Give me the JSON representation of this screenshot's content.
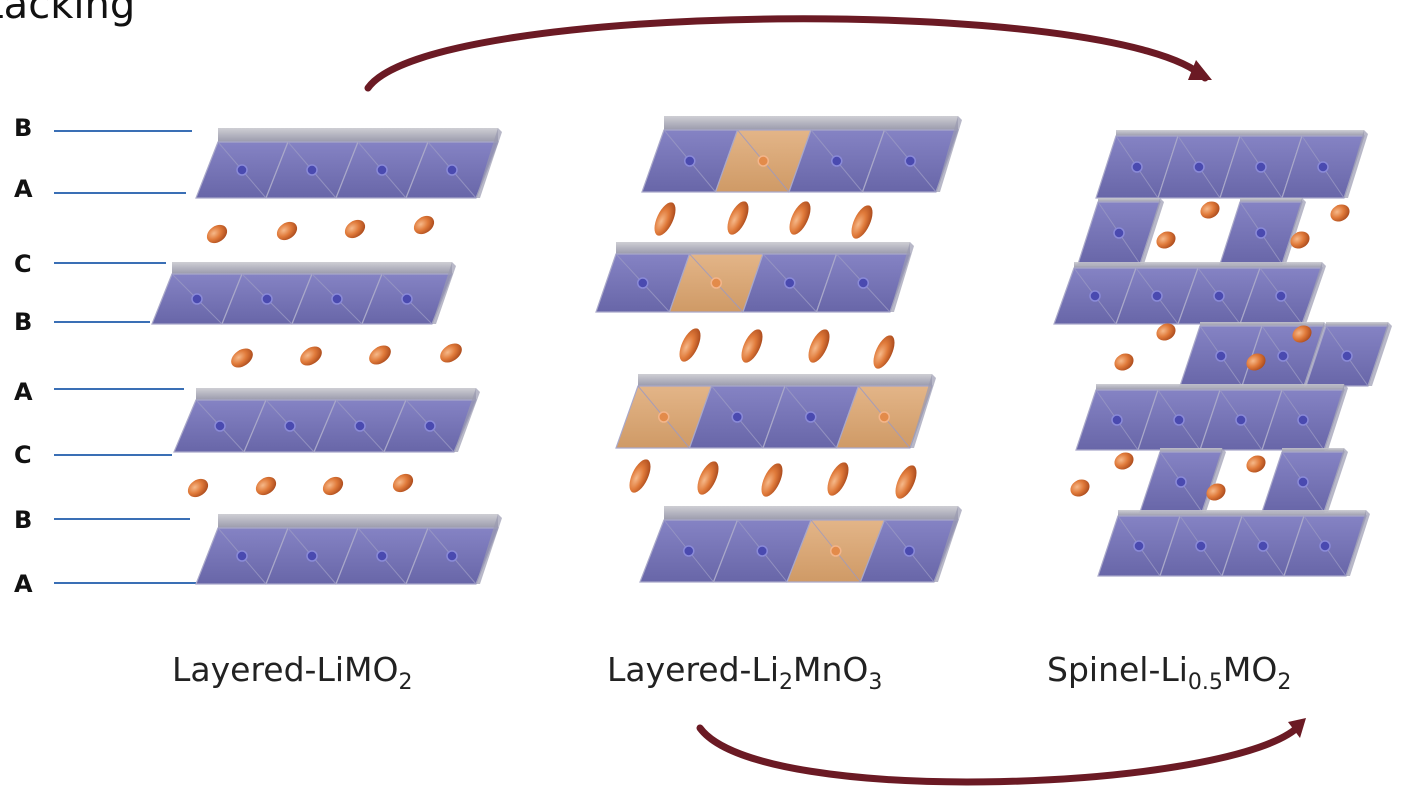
{
  "title": "tacking",
  "stacking_labels": [
    "B",
    "A",
    "C",
    "B",
    "A",
    "C",
    "B",
    "A"
  ],
  "captions": {
    "layered_limo2": {
      "prefix": "Layered-LiMO",
      "sub": "2",
      "suffix": ""
    },
    "layered_li2mno3": {
      "prefix": "Layered-Li",
      "sub1": "2",
      "mid": "MnO",
      "sub2": "3"
    },
    "spinel": {
      "prefix": "Spinel-Li",
      "sub1": "0.5",
      "mid": "MO",
      "sub2": "2"
    }
  },
  "colors": {
    "octahedron_blue": "#7a78b8",
    "octahedron_orange": "#d9a877",
    "li_ion": "#e07a3a",
    "arrow": "#6b1a24",
    "stacking_line": "#3a6fb5"
  },
  "mixed_layer_pattern": [
    [
      "blue",
      "orange",
      "blue",
      "blue"
    ],
    [
      "blue",
      "orange",
      "blue",
      "blue"
    ],
    [
      "orange",
      "blue",
      "blue",
      "orange"
    ],
    [
      "blue",
      "blue",
      "orange",
      "blue"
    ]
  ]
}
